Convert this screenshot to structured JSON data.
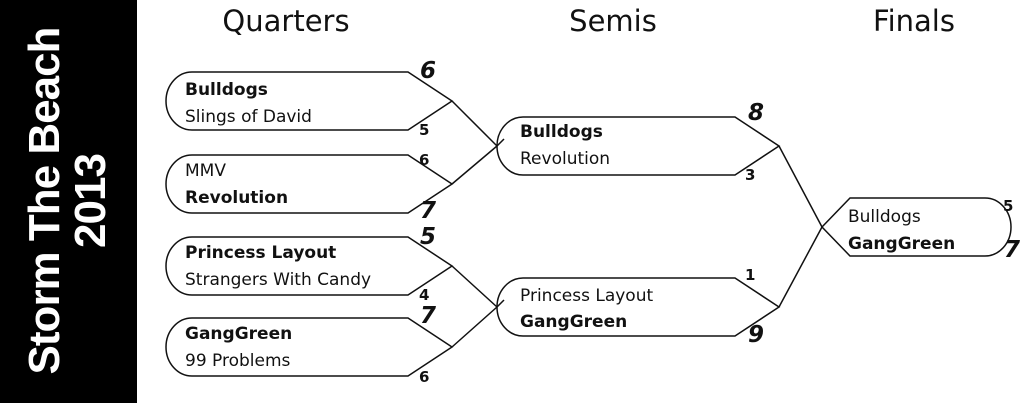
{
  "sidebar": {
    "title_line1": "Storm The Beach",
    "title_line2": "2013"
  },
  "rounds": {
    "quarters": "Quarters",
    "semis": "Semis",
    "finals": "Finals"
  },
  "matches": [
    {
      "id": "q1",
      "top": "Bulldogs",
      "bottom": "Slings of David",
      "winner": "top",
      "top_score": "6",
      "bottom_score": "5"
    },
    {
      "id": "q2",
      "top": "MMV",
      "bottom": "Revolution",
      "winner": "bottom",
      "top_score": "6",
      "bottom_score": "7"
    },
    {
      "id": "q3",
      "top": "Princess Layout",
      "bottom": "Strangers With Candy",
      "winner": "top",
      "top_score": "5",
      "bottom_score": "4"
    },
    {
      "id": "q4",
      "top": "GangGreen",
      "bottom": "99 Problems",
      "winner": "top",
      "top_score": "7",
      "bottom_score": "6"
    },
    {
      "id": "s1",
      "top": "Bulldogs",
      "bottom": "Revolution",
      "winner": "top",
      "top_score": "8",
      "bottom_score": "3"
    },
    {
      "id": "s2",
      "top": "Princess Layout",
      "bottom": "GangGreen",
      "winner": "bottom",
      "top_score": "1",
      "bottom_score": "9"
    },
    {
      "id": "f1",
      "top": "Bulldogs",
      "bottom": "GangGreen",
      "winner": "bottom",
      "top_score": "5",
      "bottom_score": "7"
    }
  ]
}
